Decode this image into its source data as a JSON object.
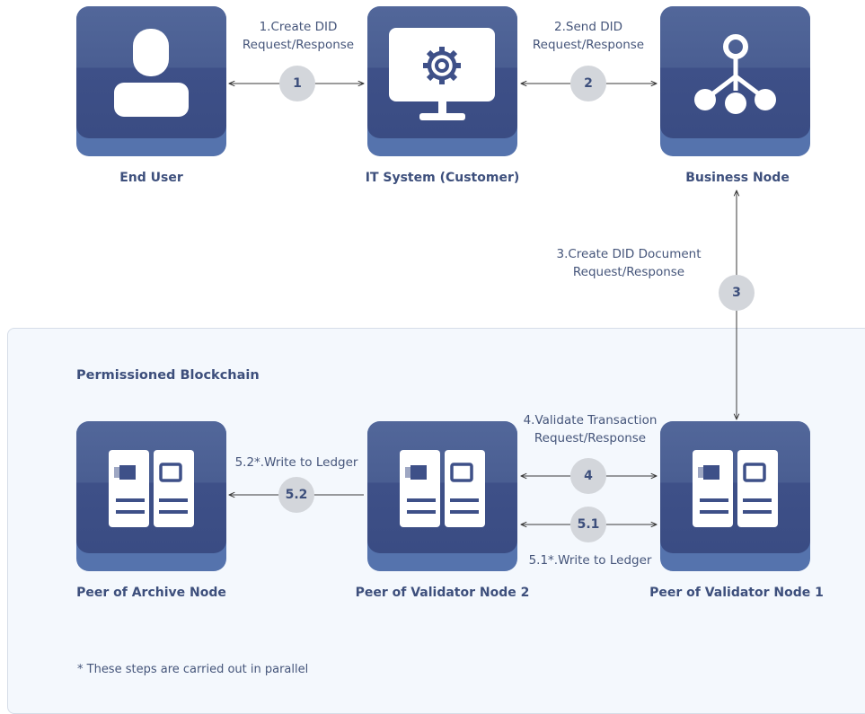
{
  "nodes": {
    "end_user": {
      "label": "End User",
      "icon": "user-icon"
    },
    "it_system": {
      "label": "IT System (Customer)",
      "icon": "monitor-gear-icon"
    },
    "business_node": {
      "label": "Business Node",
      "icon": "network-node-icon"
    },
    "archive": {
      "label": "Peer of Archive Node",
      "icon": "server-icon"
    },
    "validator2": {
      "label": "Peer of Validator Node 2",
      "icon": "server-icon"
    },
    "validator1": {
      "label": "Peer of Validator Node 1",
      "icon": "server-icon"
    }
  },
  "steps": {
    "s1": {
      "badge": "1",
      "line1": "1.Create DID",
      "line2": "Request/Response"
    },
    "s2": {
      "badge": "2",
      "line1": "2.Send DID",
      "line2": "Request/Response"
    },
    "s3": {
      "badge": "3",
      "line1": "3.Create DID Document",
      "line2": "Request/Response"
    },
    "s4": {
      "badge": "4",
      "line1": "4.Validate Transaction",
      "line2": "Request/Response"
    },
    "s51": {
      "badge": "5.1",
      "text": "5.1*.Write to Ledger"
    },
    "s52": {
      "badge": "5.2",
      "text": "5.2*.Write to Ledger"
    }
  },
  "panel": {
    "title": "Permissioned Blockchain",
    "footnote": "* These steps are carried out in parallel"
  },
  "colors": {
    "node_top": "#52679a",
    "node_bottom": "#3a4c83",
    "node_base": "#5573ad",
    "badge": "#d3d6db",
    "panel_bg": "#f4f8fd",
    "text": "#3d4f7c"
  }
}
